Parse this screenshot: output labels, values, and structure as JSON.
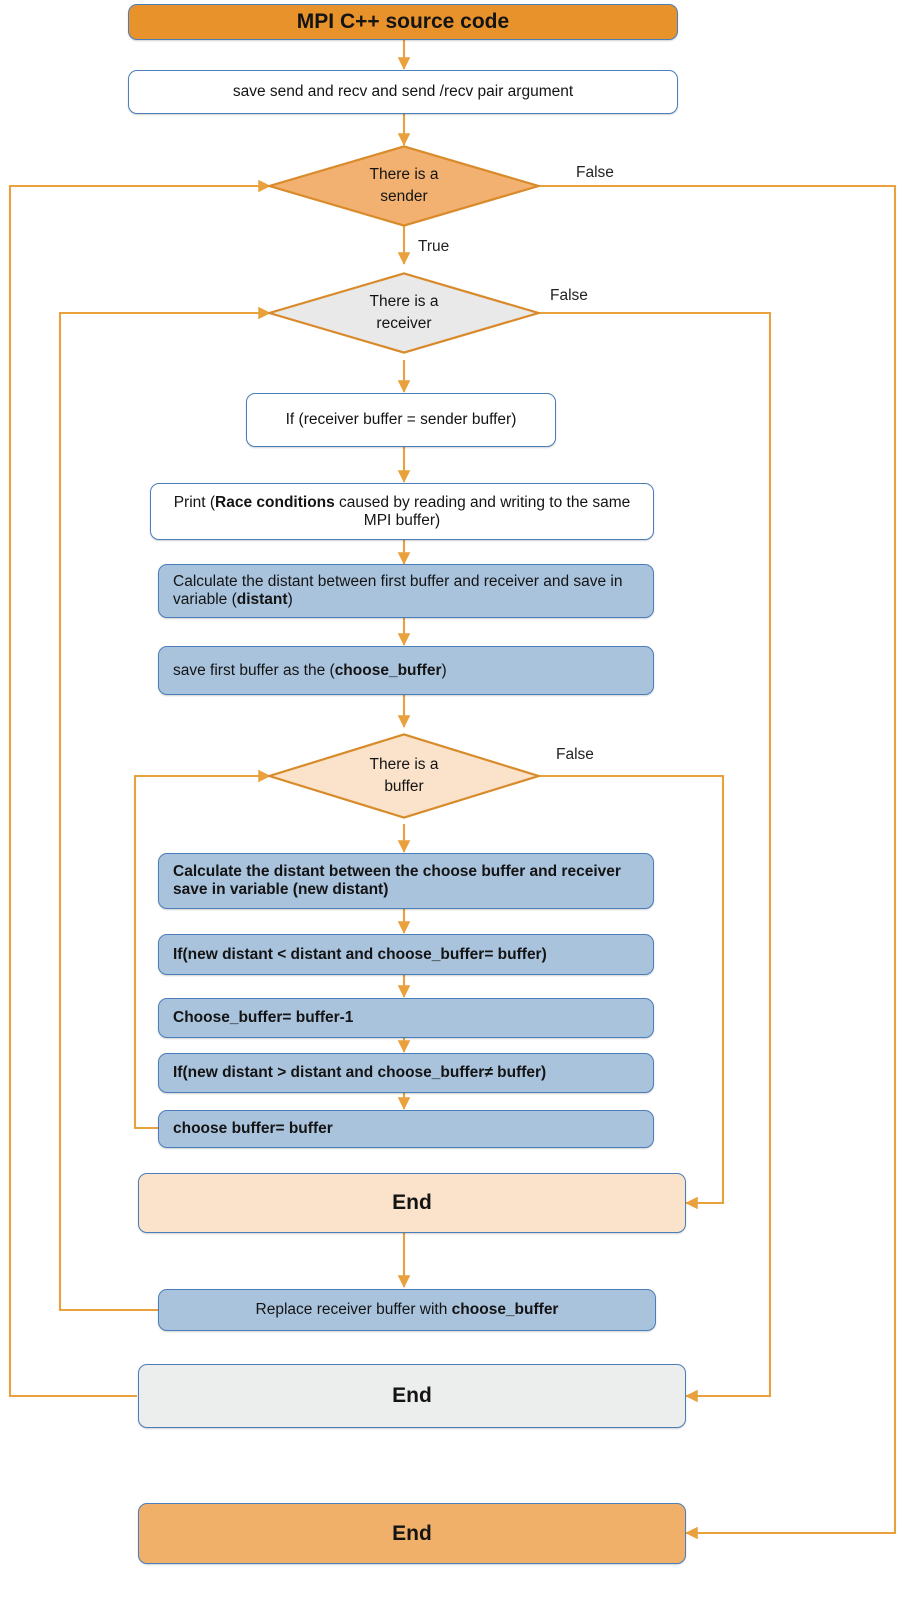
{
  "diagram": {
    "title": "MPI race condition detection flowchart",
    "colors": {
      "connector": "#e8a13c",
      "box_border": "#4a7ebb",
      "header_orange": "#e8922c",
      "terminator_orange": "#f0b06a",
      "process_blue": "#a9c3dd",
      "peach": "#fae3ca",
      "gray": "#eceded",
      "text": "#141414"
    }
  },
  "nodes": {
    "start": {
      "label": "MPI C++ source code"
    },
    "save_args": {
      "label": "save send and recv and  send /recv pair argument"
    },
    "d_sender": {
      "line1": "There is a",
      "line2": "sender"
    },
    "d_receiver": {
      "line1": "There is a",
      "line2": "receiver"
    },
    "if_buffers": {
      "label": "If (receiver buffer = sender buffer)"
    },
    "print_race": {
      "pre": "Print (",
      "bold": "Race conditions",
      "post": " caused by reading and writing to the same MPI buffer)"
    },
    "calc_distant": {
      "pre": "Calculate the distant between first buffer and receiver and save in variable (",
      "bold": "distant",
      "post": ")"
    },
    "save_choose": {
      "pre": "save first buffer as the (",
      "bold": "choose_buffer",
      "post": ")"
    },
    "d_buffer": {
      "line1": "There is a",
      "line2": "buffer"
    },
    "calc_new_distant": {
      "pre": "Calculate the distant between the choose buffer and receiver save in variable (",
      "bold": "new distant",
      "post": ")"
    },
    "if_less": {
      "label": "If(new distant < distant and choose_buffer= buffer)"
    },
    "choose_minus": {
      "label": "Choose_buffer= buffer-1"
    },
    "if_greater": {
      "label": "If(new distant > distant and choose_buffer≠ buffer)"
    },
    "choose_eq": {
      "label": "choose buffer= buffer"
    },
    "end_inner": {
      "label": "End"
    },
    "replace": {
      "pre": "Replace receiver buffer  with ",
      "bold": "choose_buffer",
      "post": ""
    },
    "end_middle": {
      "label": "End"
    },
    "end_final": {
      "label": "End"
    }
  },
  "edge_labels": {
    "sender_false": "False",
    "sender_true": "True",
    "receiver_false": "False",
    "buffer_false": "False"
  }
}
